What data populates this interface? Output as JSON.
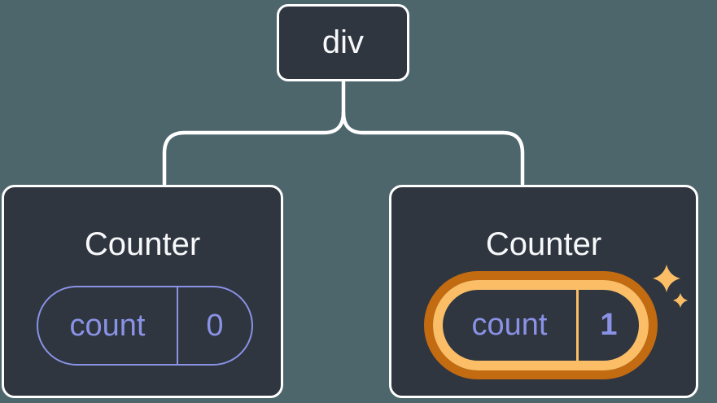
{
  "diagram": {
    "root": {
      "label": "div"
    },
    "children": [
      {
        "title": "Counter",
        "state": {
          "name": "count",
          "value": "0",
          "highlighted": false
        }
      },
      {
        "title": "Counter",
        "state": {
          "name": "count",
          "value": "1",
          "highlighted": true
        }
      }
    ]
  },
  "icons": {
    "sparkles": "two four-point sparkle stars marking updated state"
  },
  "colors": {
    "background": "#4C666C",
    "node-bg": "#2F3640",
    "node-border": "#FFFFFF",
    "connector": "#FFFFFF",
    "state-accent": "#8A92E6",
    "highlight-light": "#FBBE67",
    "highlight-dark": "#C26B11",
    "title-text": "#F7F8FA"
  }
}
